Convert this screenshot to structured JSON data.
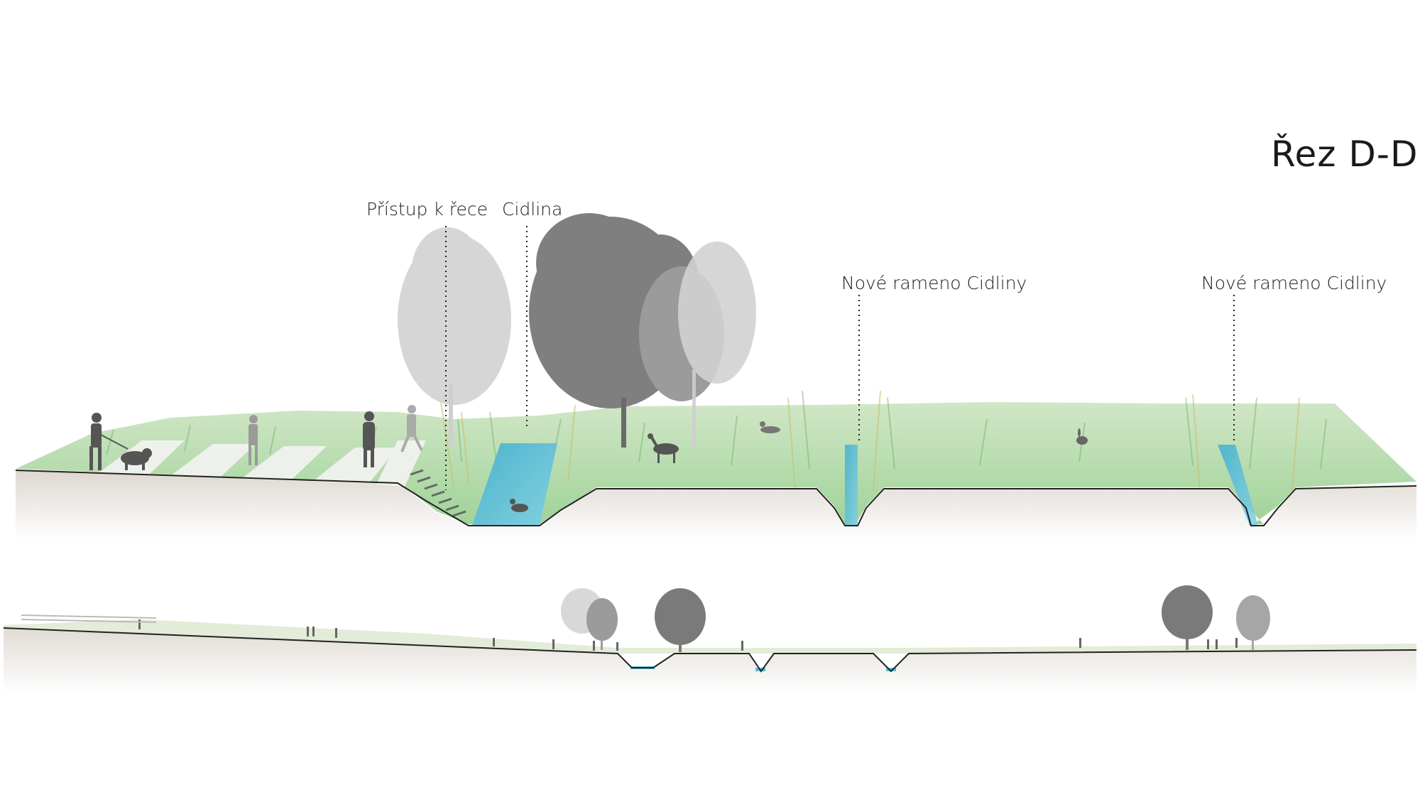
{
  "section_title": "Řez D-D",
  "labels": {
    "access": "Přístup k řece",
    "river": "Cidlina",
    "new_branch_1": "Nové rameno Cidliny",
    "new_branch_2": "Nové rameno Cidliny"
  },
  "colors": {
    "background": "#ffffff",
    "water": "#5bbcd8",
    "meadow": "#a9d39a",
    "meadow_dark": "#7fbf78",
    "soil": "#e6e1da",
    "tree_dark": "#7a7a7a",
    "tree_mid": "#9a9a9a",
    "tree_light": "#cfcfcf",
    "figure": "#555555",
    "ground_line": "#222222"
  }
}
